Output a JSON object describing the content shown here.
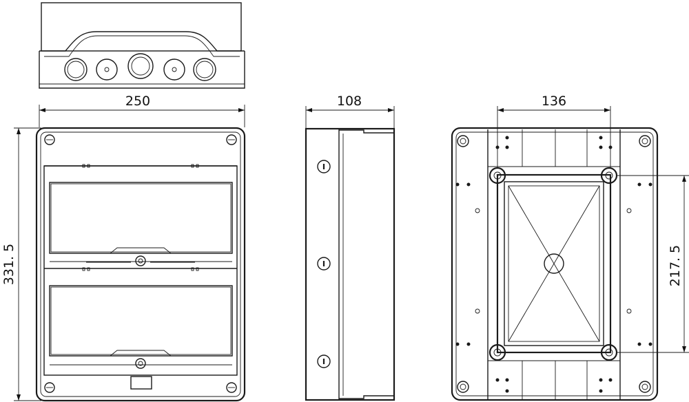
{
  "dimensions": {
    "top_width": "250",
    "left_height": "331. 5",
    "side_depth": "108",
    "back_width": "136",
    "back_height": "217. 5"
  }
}
